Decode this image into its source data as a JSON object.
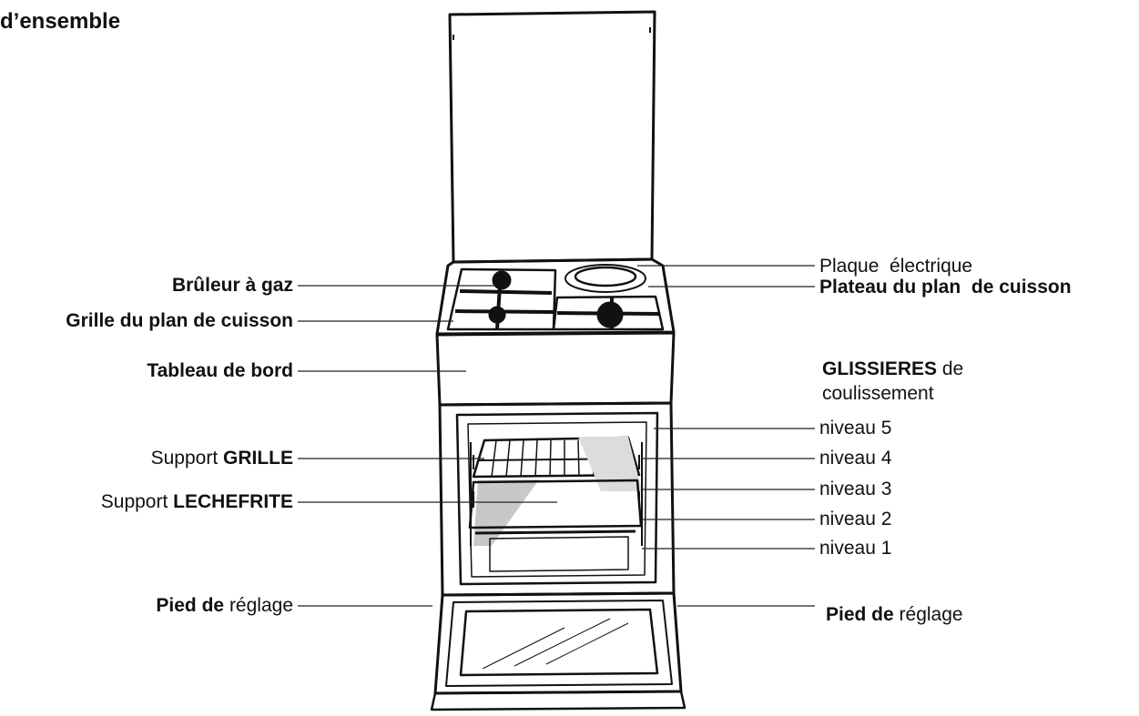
{
  "title": "d’ensemble",
  "labels": {
    "bruleur": {
      "bold": "Brûleur à gaz",
      "normal": ""
    },
    "grille_plan": {
      "bold": "Grille du plan de cuisson",
      "normal": ""
    },
    "tableau": {
      "bold": "Tableau de bord",
      "normal": ""
    },
    "support_grille": {
      "normal": "Support ",
      "bold": "GRILLE"
    },
    "support_lechefrite": {
      "normal": "Support ",
      "bold": "LECHEFRITE"
    },
    "pied_left": {
      "bold": "Pied de",
      "normal": " réglage"
    },
    "plaque": {
      "normal": "Plaque  électrique"
    },
    "plateau": {
      "bold": "Plateau du plan  de cuisson"
    },
    "glissieres": {
      "bold": "GLISSIERES",
      "normal": " de",
      "line2": "coulissement"
    },
    "niveaux": [
      "niveau 5",
      "niveau 4",
      "niveau 3",
      "niveau 2",
      "niveau 1"
    ],
    "pied_right": {
      "bold": "Pied de",
      "normal": " réglage"
    }
  }
}
